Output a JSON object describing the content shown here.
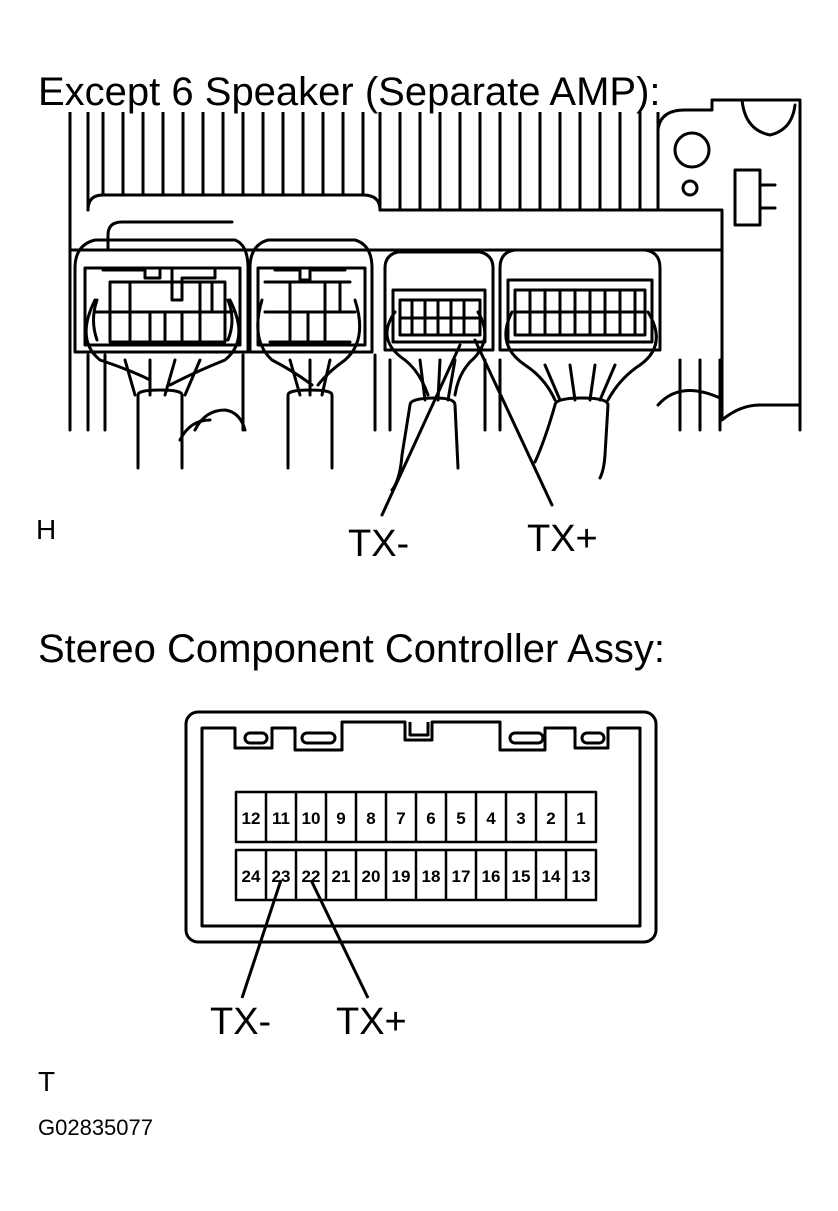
{
  "section1": {
    "title": "Except 6 Speaker (Separate AMP):",
    "tx_minus": "TX-",
    "tx_plus": "TX+",
    "letter": "H"
  },
  "section2": {
    "title": "Stereo Component Controller Assy:",
    "tx_minus": "TX-",
    "tx_plus": "TX+",
    "letter": "T",
    "pins_top": [
      "12",
      "11",
      "10",
      "9",
      "8",
      "7",
      "6",
      "5",
      "4",
      "3",
      "2",
      "1"
    ],
    "pins_bottom": [
      "24",
      "23",
      "22",
      "21",
      "20",
      "19",
      "18",
      "17",
      "16",
      "15",
      "14",
      "13"
    ]
  },
  "figure_code": "G02835077"
}
